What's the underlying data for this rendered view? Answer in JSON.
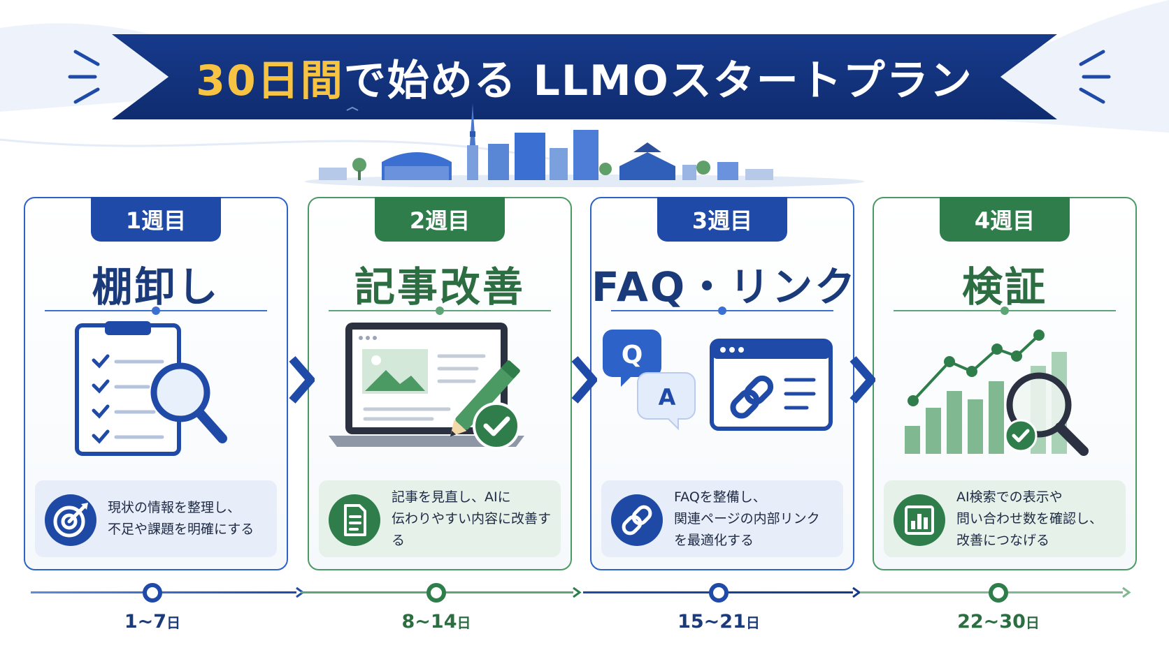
{
  "banner": {
    "title_accent": "30日間",
    "title_main": "で始める LLMOスタートプラン"
  },
  "colors": {
    "navy": "#173a8c",
    "blue": "#1f4aa8",
    "green": "#2f7d4a",
    "gold": "#f6c343"
  },
  "steps": [
    {
      "week": "1週目",
      "title": "棚卸し",
      "desc_lines": [
        "現状の情報を整理し、",
        "不足や課題を明確にする"
      ],
      "desc_icon": "target-icon",
      "illustration": "clipboard-magnifier-icon",
      "days": "1~7",
      "day_unit": "日"
    },
    {
      "week": "2週目",
      "title": "記事改善",
      "desc_lines": [
        "記事を見直し、AIに",
        "伝わりやすい内容に改善する"
      ],
      "desc_icon": "document-icon",
      "illustration": "laptop-pencil-icon",
      "days": "8~14",
      "day_unit": "日"
    },
    {
      "week": "3週目",
      "title": "FAQ・リンク",
      "desc_lines": [
        "FAQを整備し、",
        "関連ページの内部リンク",
        "を最適化する"
      ],
      "desc_icon": "link-icon",
      "illustration": "qa-link-window-icon",
      "qa_q": "Q",
      "qa_a": "A",
      "days": "15~21",
      "day_unit": "日"
    },
    {
      "week": "4週目",
      "title": "検証",
      "desc_lines": [
        "AI検索での表示や",
        "問い合わせ数を確認し、",
        "改善につなげる"
      ],
      "desc_icon": "bar-chart-icon",
      "illustration": "chart-magnifier-icon",
      "days": "22~30",
      "day_unit": "日"
    }
  ]
}
